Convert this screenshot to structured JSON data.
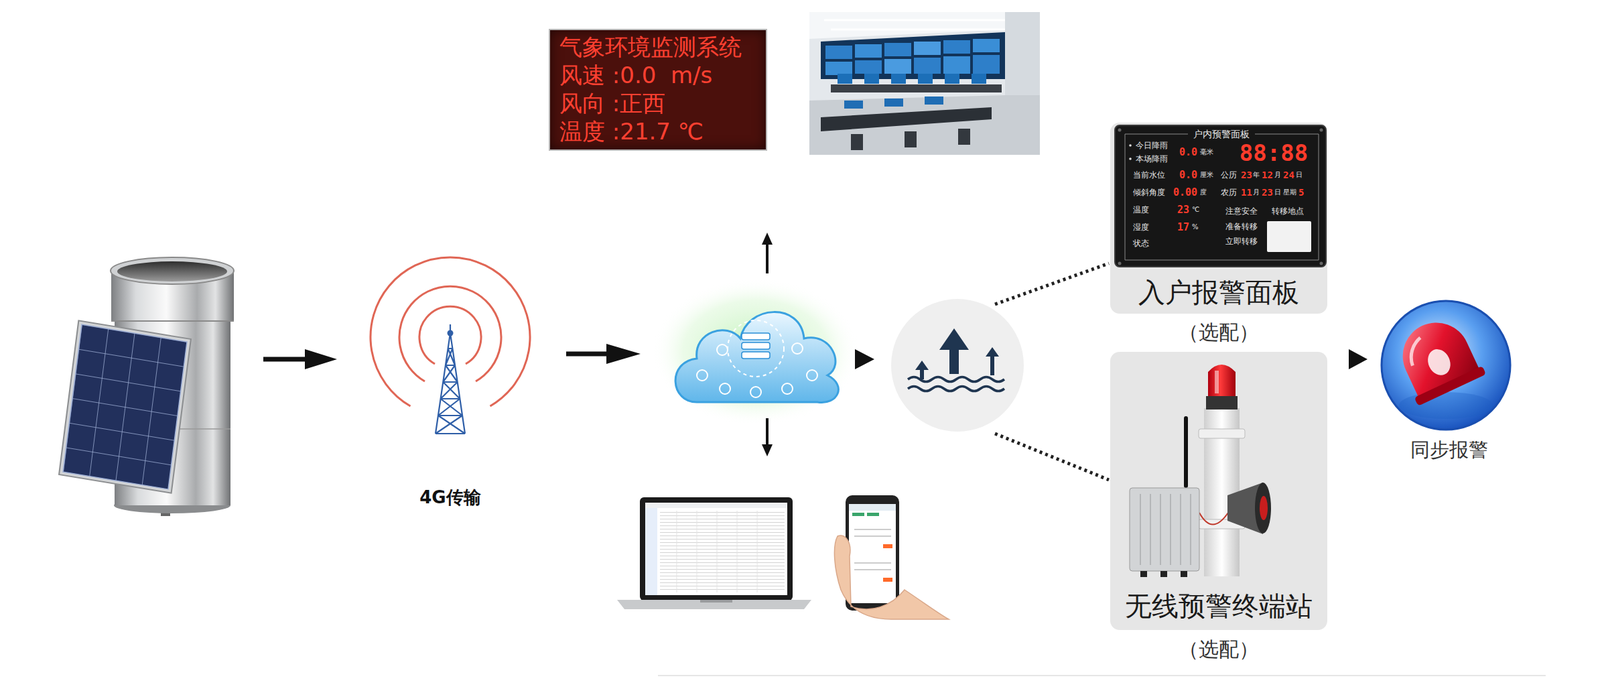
{
  "diagram": {
    "nodes": [
      {
        "text": [
          "4G传输"
        ]
      },
      {
        "text": [
          "气象环境监测系统",
          "风速 :0.0  m/s",
          "风向 :正西",
          "温度 :21.7 ℃"
        ]
      },
      {
        "text": [
          "入户报警面板",
          "（选配）"
        ]
      },
      {
        "text": [
          "户内预警面板",
          "今日降雨",
          "本场降雨",
          "0.0",
          "毫米",
          "当前水位",
          "0.0",
          "厘米",
          "倾斜角度",
          "0.00",
          "度",
          "温度",
          "23",
          "℃",
          "湿度",
          "17",
          "%",
          "状态",
          "88:88",
          "公历",
          "23",
          "年",
          "12",
          "月",
          "24",
          "日",
          "农历",
          "11",
          "月",
          "23",
          "日",
          "星期",
          "5",
          "注意安全",
          "转移地点",
          "准备转移",
          "立即转移"
        ],
        "in": 2
      },
      {
        "text": [
          "无线预警终端站",
          "（选配）"
        ]
      },
      {
        "text": [
          "同步报警"
        ]
      }
    ]
  }
}
